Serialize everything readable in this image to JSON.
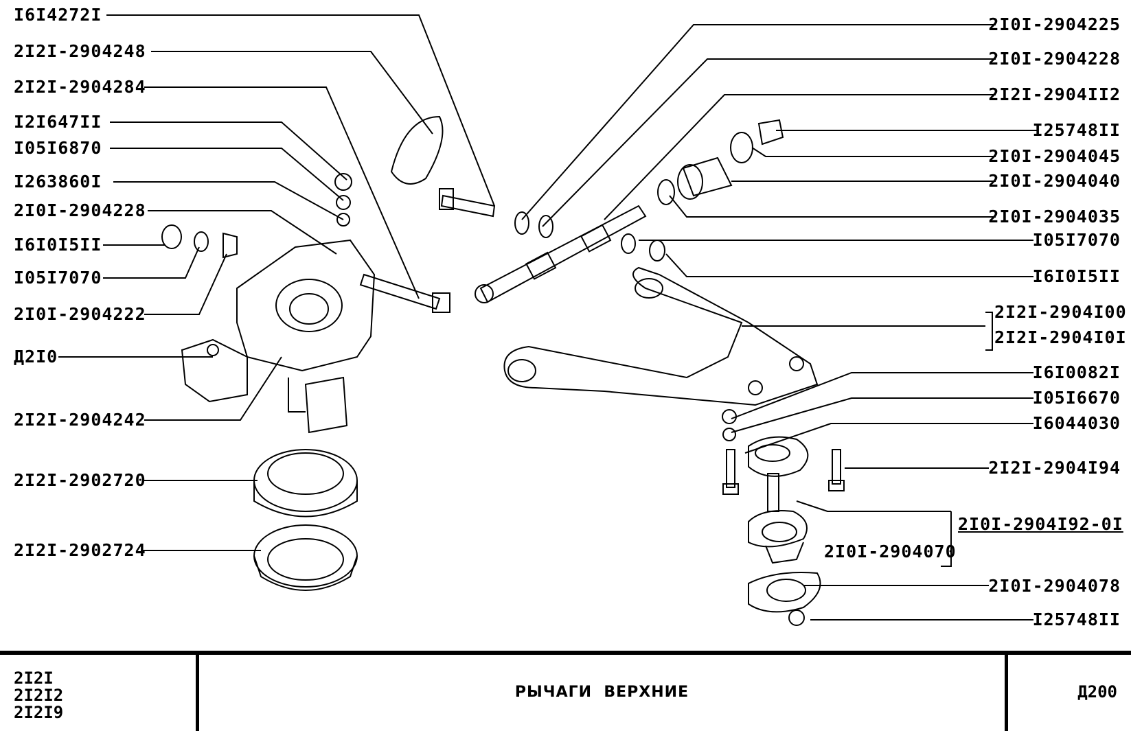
{
  "labels_left": [
    "I6I4272I",
    "2I2I-2904248",
    "2I2I-2904284",
    "I2I647II",
    "I05I6870",
    "I263860I",
    "2I0I-2904228",
    "I6I0I5II",
    "I05I7070",
    "2I0I-2904222",
    "Д2I0",
    "2I2I-2904242",
    "2I2I-2902720",
    "2I2I-2902724"
  ],
  "labels_right": [
    "2I0I-2904225",
    "2I0I-2904228",
    "2I2I-2904II2",
    "I25748II",
    "2I0I-2904045",
    "2I0I-2904040",
    "2I0I-2904035",
    "I05I7070",
    "I6I0I5II",
    "2I2I-2904I00",
    "2I2I-2904I0I",
    "I6I0082I",
    "I05I6670",
    "I6044030",
    "2I2I-2904I94"
  ],
  "label_assembly": "2I0I-2904I92-0I",
  "label_pin_body": "2I0I-2904070",
  "labels_bottom_right": [
    "2I0I-2904078",
    "I25748II"
  ],
  "title_block": {
    "models": [
      "2I2I",
      "2I2I2",
      "2I2I9"
    ],
    "title": "РЫЧАГИ  ВЕРХНИЕ",
    "sheet": "Д200"
  }
}
